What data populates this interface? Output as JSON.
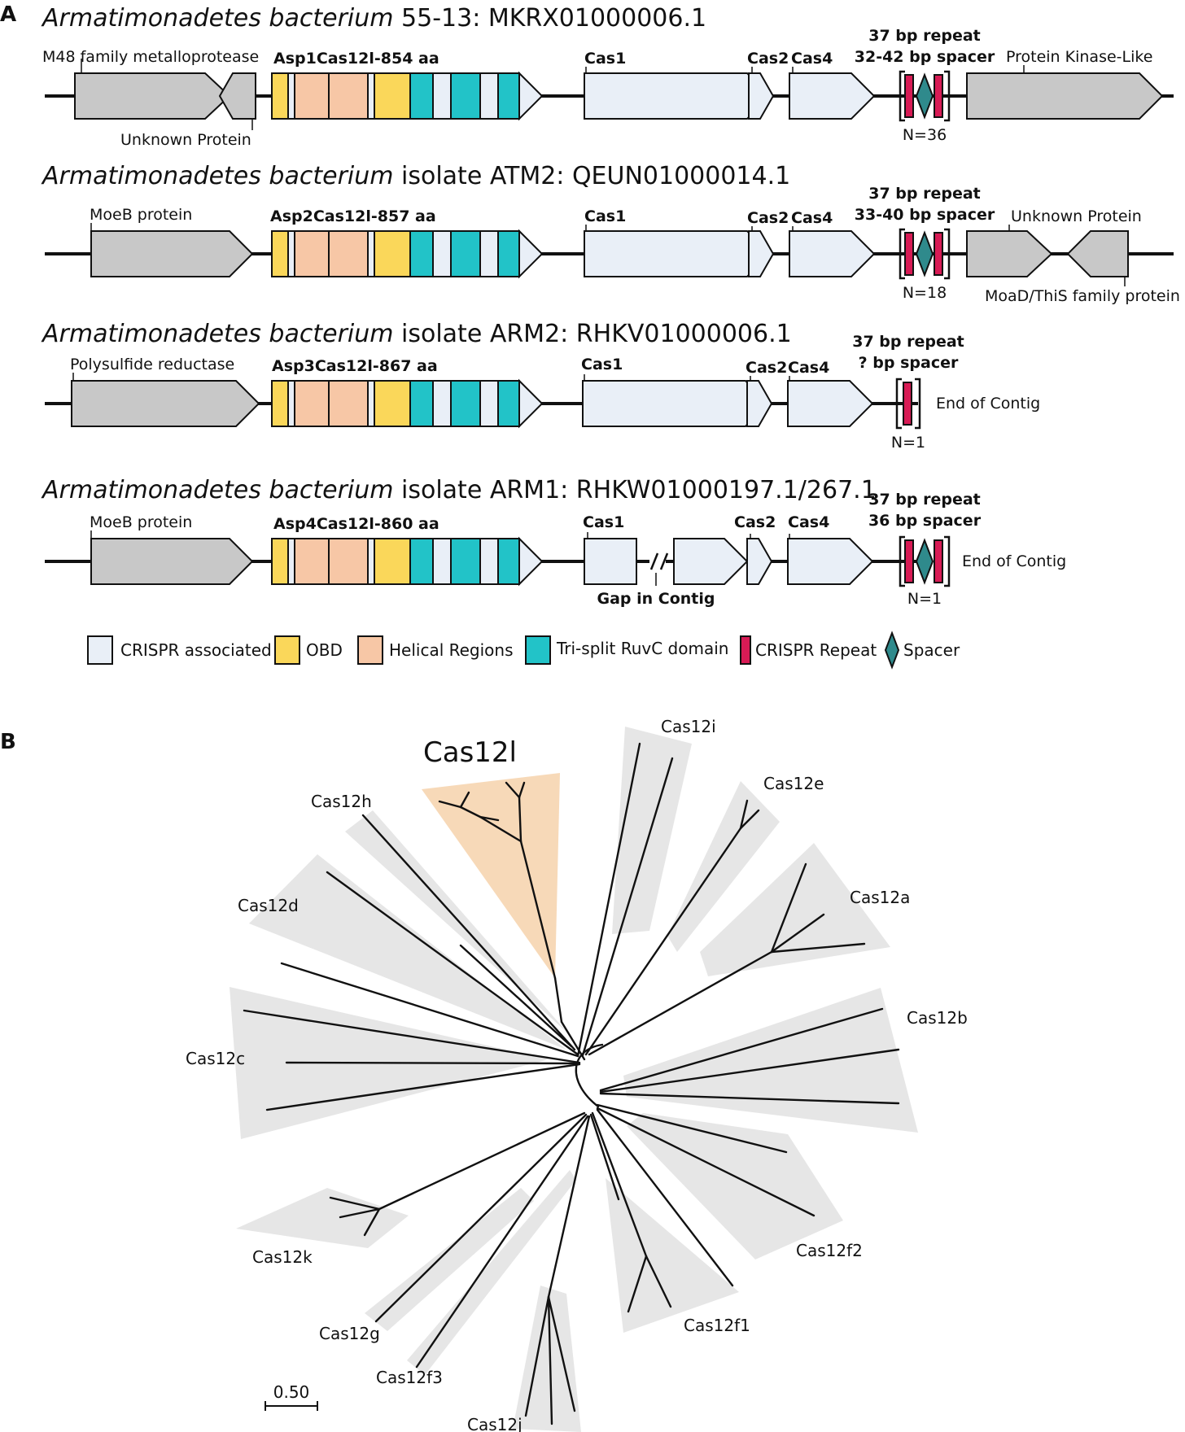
{
  "panels": {
    "a": "A",
    "b": "B"
  },
  "colors": {
    "gray_gene": "#c8c8c8",
    "cas_assoc": "#e9eff7",
    "obd": "#fad75a",
    "helical": "#f7c7a6",
    "ruvc": "#22c3c8",
    "repeat": "#d81b55",
    "spacer": "#2f8a8c",
    "cas12l_clade": "#f6d2ab",
    "clade_bg": "#e6e6e6"
  },
  "loci": [
    {
      "organism_italic": "Armatimonadetes bacterium",
      "organism_rest": " 55-13: MKRX01000006.1",
      "flank_left_label": "M48 family metalloprotease",
      "flank_left2_label": "Unknown Protein",
      "cas12_label": "Asp1Cas12l-854 aa",
      "cas1": "Cas1",
      "cas2": "Cas2",
      "cas4": "Cas4",
      "repeat_label": "37 bp repeat",
      "spacer_label": "32-42 bp spacer",
      "n_label": "N=36",
      "flank_right_label": "Protein Kinase-Like"
    },
    {
      "organism_italic": "Armatimonadetes bacterium",
      "organism_rest": " isolate ATM2: QEUN01000014.1",
      "flank_left_label": "MoeB protein",
      "cas12_label": "Asp2Cas12l-857 aa",
      "cas1": "Cas1",
      "cas2": "Cas2",
      "cas4": "Cas4",
      "repeat_label": "37 bp repeat",
      "spacer_label": "33-40 bp spacer",
      "n_label": "N=18",
      "flank_right_label": "Unknown Protein",
      "flank_right2_label": "MoaD/ThiS family protein"
    },
    {
      "organism_italic": "Armatimonadetes bacterium",
      "organism_rest": " isolate ARM2: RHKV01000006.1",
      "flank_left_label": "Polysulfide reductase",
      "cas12_label": "Asp3Cas12l-867 aa",
      "cas1": "Cas1",
      "cas2": "Cas2",
      "cas4": "Cas4",
      "repeat_label": "37 bp repeat",
      "spacer_label": "? bp spacer",
      "n_label": "N=1",
      "end_label": "End of Contig"
    },
    {
      "organism_italic": "Armatimonadetes bacterium",
      "organism_rest": " isolate ARM1: RHKW01000197.1/267.1",
      "flank_left_label": "MoeB protein",
      "cas12_label": "Asp4Cas12l-860 aa",
      "cas1": "Cas1",
      "cas2": "Cas2",
      "cas4": "Cas4",
      "repeat_label": "37 bp repeat",
      "spacer_label": "36 bp spacer",
      "n_label": "N=1",
      "end_label": "End of Contig",
      "gap_label": "Gap in Contig"
    }
  ],
  "legend": [
    {
      "key": "cas_assoc",
      "label": "CRISPR associated"
    },
    {
      "key": "obd",
      "label": "OBD"
    },
    {
      "key": "helical",
      "label": "Helical Regions"
    },
    {
      "key": "ruvc",
      "label": "Tri-split RuvC domain"
    },
    {
      "key": "repeat",
      "label": "CRISPR Repeat"
    },
    {
      "key": "spacer",
      "label": "Spacer"
    }
  ],
  "tree": {
    "highlight": "Cas12l",
    "clades": [
      "Cas12i",
      "Cas12e",
      "Cas12a",
      "Cas12b",
      "Cas12f2",
      "Cas12f1",
      "Cas12j",
      "Cas12f3",
      "Cas12g",
      "Cas12k",
      "Cas12c",
      "Cas12d",
      "Cas12h"
    ],
    "scale_label": "0.50"
  }
}
